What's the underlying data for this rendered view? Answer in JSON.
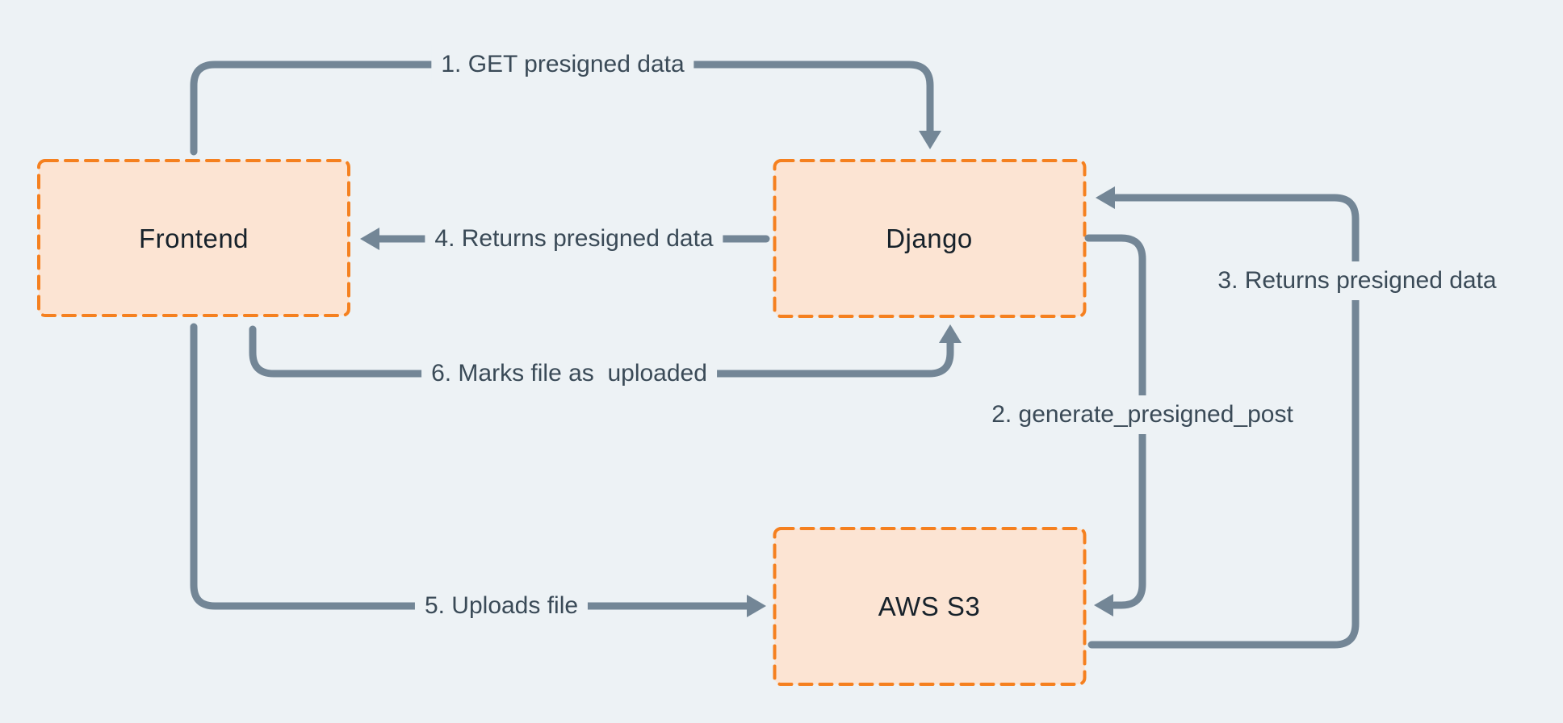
{
  "diagram": {
    "title_hint": "S3 presigned upload flow",
    "colors": {
      "background": "#edf2f5",
      "node_fill": "#fce4d3",
      "node_border": "#f5801f",
      "connector": "#738696",
      "edge_label_text": "#3a4a57",
      "node_label_text": "#17222b"
    },
    "nodes": [
      {
        "id": "frontend",
        "label": "Frontend"
      },
      {
        "id": "django",
        "label": "Django"
      },
      {
        "id": "aws-s3",
        "label": "AWS S3"
      }
    ],
    "connectors": [
      {
        "id": "1",
        "label": "1. GET presigned data",
        "from": "frontend",
        "to": "django"
      },
      {
        "id": "2",
        "label": "2. generate_presigned_post",
        "from": "django",
        "to": "aws-s3"
      },
      {
        "id": "3",
        "label": "3. Returns presigned data",
        "from": "aws-s3",
        "to": "django"
      },
      {
        "id": "4",
        "label": "4. Returns presigned data",
        "from": "django",
        "to": "frontend"
      },
      {
        "id": "5",
        "label": "5. Uploads file",
        "from": "frontend",
        "to": "aws-s3"
      },
      {
        "id": "6",
        "label": "6. Marks file as  uploaded",
        "from": "frontend",
        "to": "django"
      }
    ]
  }
}
